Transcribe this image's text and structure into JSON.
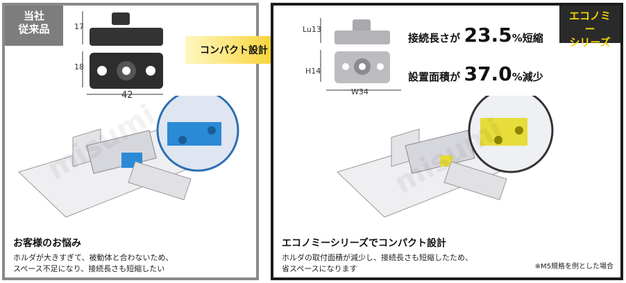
{
  "left": {
    "tag": [
      "当社",
      "従来品"
    ],
    "dim_height_top": "17",
    "dim_height_bottom": "18",
    "dim_width": "42",
    "caption": "お客様のお悩み",
    "desc": [
      "ホルダが大きすぎて、被動体と合わないため、",
      "スペース不足になり、接続長さも短縮したい"
    ]
  },
  "arrow": {
    "label": "コンパクト設計"
  },
  "right": {
    "tag": [
      "エコノミー",
      "シリーズ"
    ],
    "dim_lu": "Lu13",
    "dim_h": "H14",
    "dim_w": "W34",
    "stat1": {
      "prefix": "接続長さが",
      "value": "23.5",
      "unit": "%",
      "suffix": "短縮"
    },
    "stat2": {
      "prefix": "設置面積が",
      "value": "37.0",
      "unit": "%",
      "suffix": "減少"
    },
    "caption": "エコノミーシリーズでコンパクト設計",
    "desc": [
      "ホルダの取付面積が減少し、接続長さも短縮したため、",
      "省スペースになります"
    ],
    "note": "※M5規格を例とした場合"
  },
  "watermark": "misumi",
  "colors": {
    "old_accent": "#2b8ad6",
    "new_accent": "#e6dc3a",
    "arrow": "#f5c400"
  }
}
